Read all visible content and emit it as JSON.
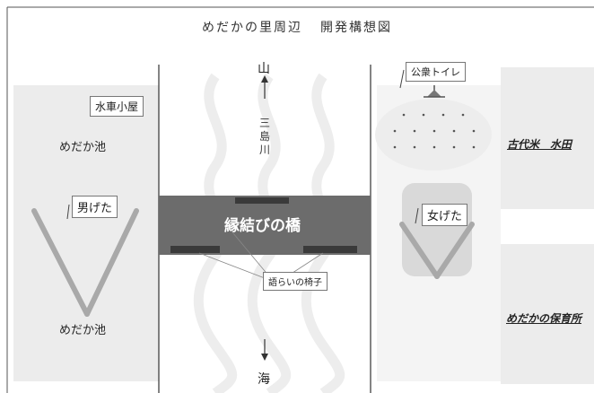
{
  "title": {
    "left": "めだかの里周辺",
    "right": "開発構想図"
  },
  "river": {
    "mountain": "山",
    "sea": "海",
    "name_chars": [
      "三",
      "島",
      "川"
    ]
  },
  "bridge": {
    "label": "縁結びの橋"
  },
  "bench": {
    "label": "語らいの椅子"
  },
  "left_area": {
    "watermill": "水車小屋",
    "pond_top": "めだか池",
    "men_clogs": "男げた",
    "pond_bottom": "めだか池"
  },
  "right_area": {
    "toilet": "公衆トイレ",
    "women_clogs": "女げた",
    "rice_field": "古代米　水田",
    "nursery": "めだかの保育所"
  },
  "colors": {
    "bridge": "#6c6c6c",
    "left_zone": "#ececec",
    "right_zone": "#ececec",
    "geta": "#a9a9a9",
    "women_geta_bg": "#d9d9d9"
  }
}
